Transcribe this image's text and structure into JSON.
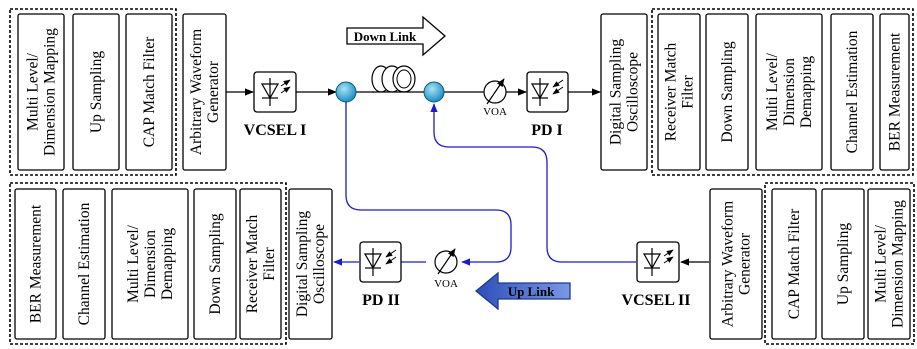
{
  "tx_dsp_top": [
    "Multi Level/\nDimension Mapping",
    "Up Sampling",
    "CAP Match Filter"
  ],
  "awg_top": "Arbitrary Waveform\nGenerator",
  "vcsel1": "VCSEL I",
  "downlink": "Down Link",
  "voa_top": "VOA",
  "pd1": "PD I",
  "dso_top": "Digital Sampling\nOscilloscope",
  "rx_dsp_top": [
    "Receiver Match\nFilter",
    "Down Sampling",
    "Multi Level/\nDimension\nDemapping",
    "Channel Estimation",
    "BER Measurement"
  ],
  "rx_dsp_bottom": [
    "BER Measurement",
    "Channel Estimation",
    "Multi Level/\nDimension\nDemapping",
    "Down Sampling",
    "Receiver Match\nFilter"
  ],
  "dso_bottom": "Digital Sampling\nOscilloscope",
  "pd2": "PD II",
  "voa_bottom": "VOA",
  "uplink": "Up Link",
  "vcsel2": "VCSEL II",
  "awg_bottom": "Arbitrary Waveform\nGenerator",
  "tx_dsp_bottom": [
    "CAP Match Filter",
    "Up Sampling",
    "Multi Level/\nDimension Mapping"
  ],
  "colors": {
    "fiber": "#1c1cc8",
    "coupler": "#2aa7d6",
    "uplink_arrow": "#3f63c9"
  }
}
